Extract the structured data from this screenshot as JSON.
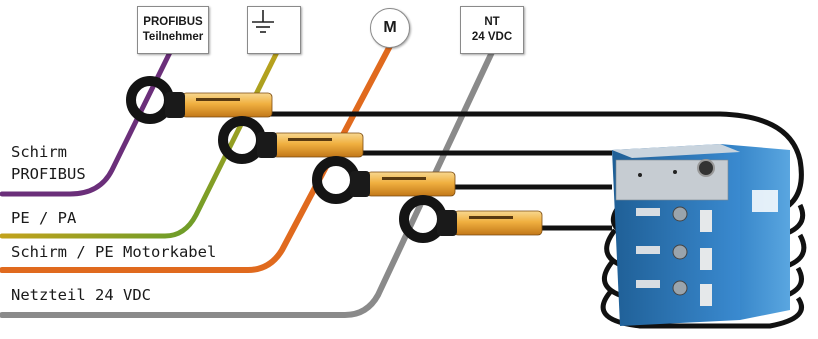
{
  "top_boxes": {
    "profibus": {
      "line1": "PROFIBUS",
      "line2": "Teilnehmer"
    },
    "ground": {
      "icon": "ground-symbol-icon"
    },
    "motor": {
      "label": "M"
    },
    "nt": {
      "line1": "NT",
      "line2": "24 VDC"
    }
  },
  "side_labels": {
    "schirm_profibus_1": "Schirm",
    "schirm_profibus_2": "PROFIBUS",
    "pe_pa": "PE / PA",
    "schirm_pe_motorkabel": "Schirm / PE Motorkabel",
    "netzteil": "Netzteil 24 VDC"
  },
  "cable_colors": {
    "profibus": "#6b2f7a",
    "pe": "#9a9a20",
    "motor": "#e06a1e",
    "power": "#8a8a8a",
    "signal": "#111111"
  },
  "device_color": "#2f7fc0"
}
